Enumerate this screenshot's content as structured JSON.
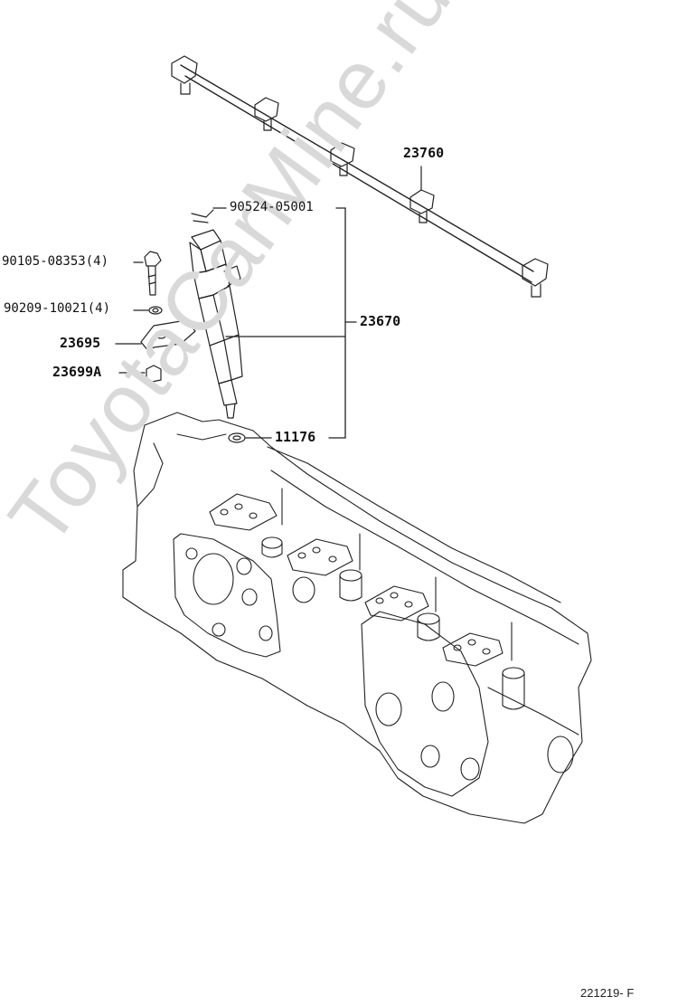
{
  "watermark": "ToyotaCarMine.ru",
  "diagram_code": "221219- F",
  "part_labels": {
    "p23760": "23760",
    "p90524": "90524-05001",
    "p90105": "90105-08353(4)",
    "p90209": "90209-10021(4)",
    "p23670": "23670",
    "p23695": "23695",
    "p23699A": "23699A",
    "p11176": "11176"
  }
}
